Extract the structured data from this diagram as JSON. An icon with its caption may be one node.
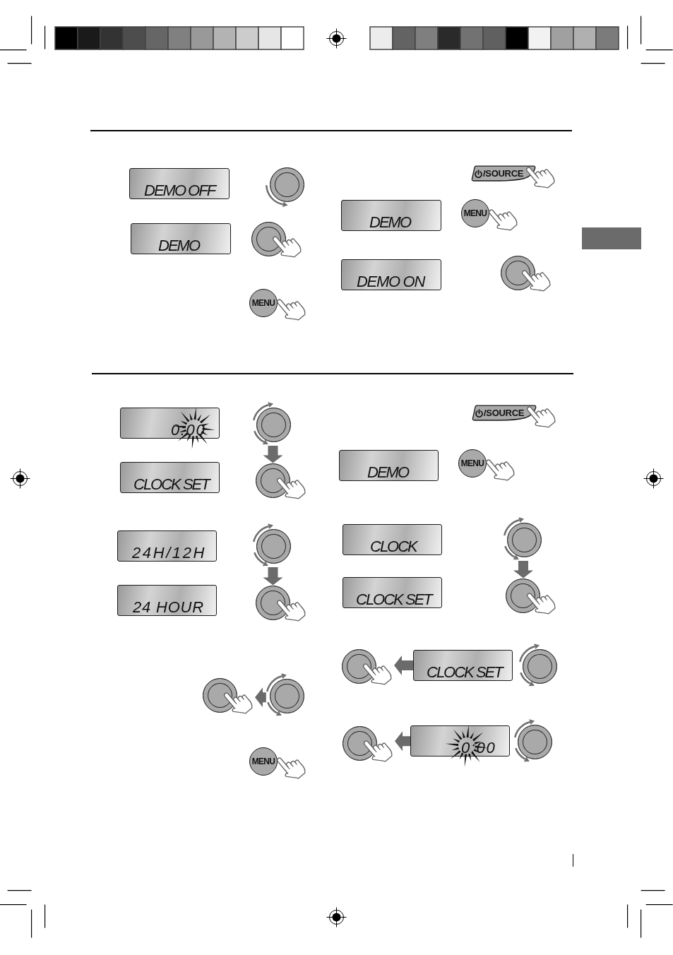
{
  "diagram": {
    "nodes": [
      {
        "text": [
          "DEMO OFF"
        ]
      },
      {
        "text": [],
        "shape": "circle"
      },
      {
        "text": [
          "DEMO"
        ]
      },
      {
        "text": [],
        "shape": "circle"
      },
      {
        "text": [
          "MENU"
        ]
      },
      {
        "text": [
          "/SOURCE"
        ]
      },
      {
        "text": [
          "DEMO"
        ]
      },
      {
        "text": [
          "MENU"
        ]
      },
      {
        "text": [
          "DEMO ON"
        ]
      },
      {
        "text": [],
        "shape": "circle"
      },
      {
        "text": [
          "0:00"
        ]
      },
      {
        "text": [],
        "shape": "circle"
      },
      {
        "text": [
          "CLOCK SET"
        ]
      },
      {
        "text": [],
        "shape": "circle"
      },
      {
        "text": [
          "24H/12H"
        ]
      },
      {
        "text": [],
        "shape": "circle"
      },
      {
        "text": [
          "24 HOUR"
        ]
      },
      {
        "text": [],
        "shape": "circle"
      },
      {
        "text": [],
        "shape": "circle"
      },
      {
        "text": [],
        "shape": "circle"
      },
      {
        "text": [
          "MENU"
        ]
      },
      {
        "text": [
          "/SOURCE"
        ]
      },
      {
        "text": [
          "DEMO"
        ]
      },
      {
        "text": [
          "MENU"
        ]
      },
      {
        "text": [
          "CLOCK"
        ]
      },
      {
        "text": [],
        "shape": "circle"
      },
      {
        "text": [
          "CLOCK SET"
        ]
      },
      {
        "text": [],
        "shape": "circle"
      },
      {
        "text": [],
        "shape": "circle"
      },
      {
        "text": [
          "CLOCK SET"
        ]
      },
      {
        "text": [],
        "shape": "circle"
      },
      {
        "text": [],
        "shape": "circle"
      },
      {
        "text": [
          "0:00"
        ]
      },
      {
        "text": [],
        "shape": "circle"
      },
      {
        "text": [],
        "shape": "bar"
      }
    ],
    "edges": [
      {
        "from": 11,
        "to": 13,
        "arrow": "to"
      },
      {
        "from": 15,
        "to": 17,
        "arrow": "to"
      },
      {
        "from": 19,
        "to": 18,
        "arrow": "to"
      },
      {
        "from": 25,
        "to": 27,
        "arrow": "to"
      },
      {
        "from": 29,
        "to": 28,
        "arrow": "to"
      },
      {
        "from": 32,
        "to": 31,
        "arrow": "to"
      }
    ]
  }
}
